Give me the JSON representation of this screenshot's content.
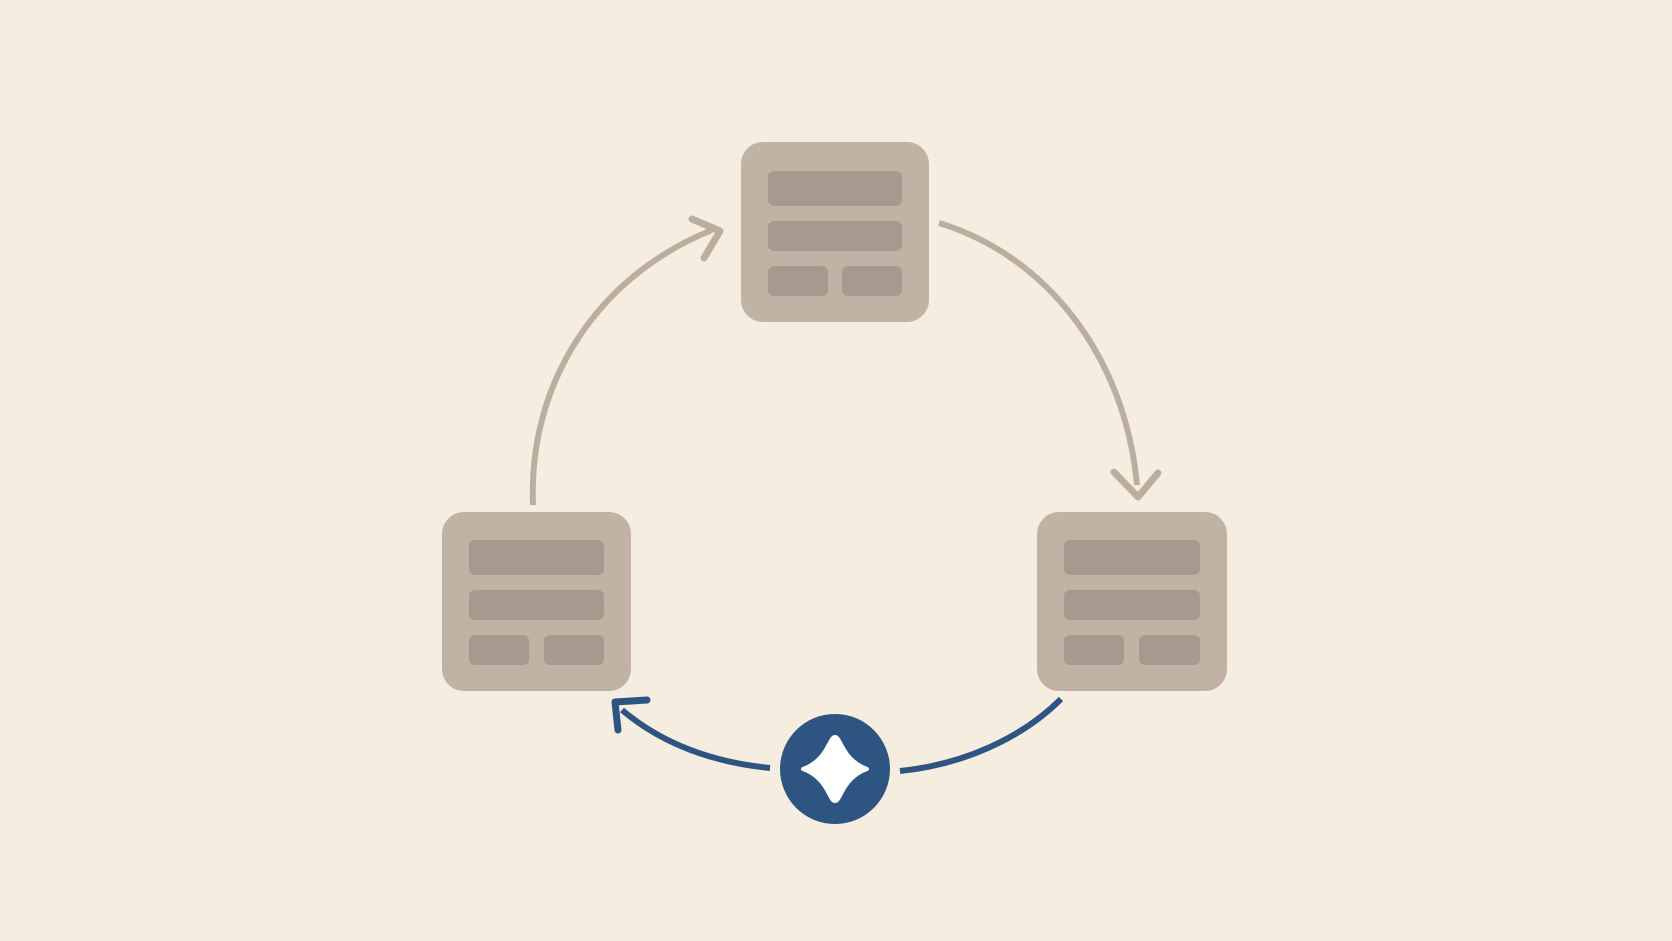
{
  "colors": {
    "background": "#f6ede1",
    "card": "#c0b2a4",
    "card_block": "#a59a8d",
    "arrow_neutral": "#bbaea0",
    "accent": "#2e5582",
    "accent_icon": "#ffffff"
  },
  "cards": [
    {
      "id": "card-top",
      "position_name": "top",
      "layout": "two-wide-rows-two-half-blocks"
    },
    {
      "id": "card-right",
      "position_name": "right",
      "layout": "two-wide-rows-two-half-blocks"
    },
    {
      "id": "card-left",
      "position_name": "left",
      "layout": "two-wide-rows-two-half-blocks"
    }
  ],
  "arrows": [
    {
      "id": "arrow-top-to-right",
      "from": "card-top",
      "to": "card-right",
      "style": "neutral"
    },
    {
      "id": "arrow-right-to-hub",
      "from": "card-right",
      "to": "hub",
      "style": "accent"
    },
    {
      "id": "arrow-hub-to-left",
      "from": "hub",
      "to": "card-left",
      "style": "accent"
    },
    {
      "id": "arrow-left-to-top",
      "from": "card-left",
      "to": "card-top",
      "style": "neutral"
    }
  ],
  "hub": {
    "icon": "sparkle-icon",
    "shape": "circle"
  }
}
